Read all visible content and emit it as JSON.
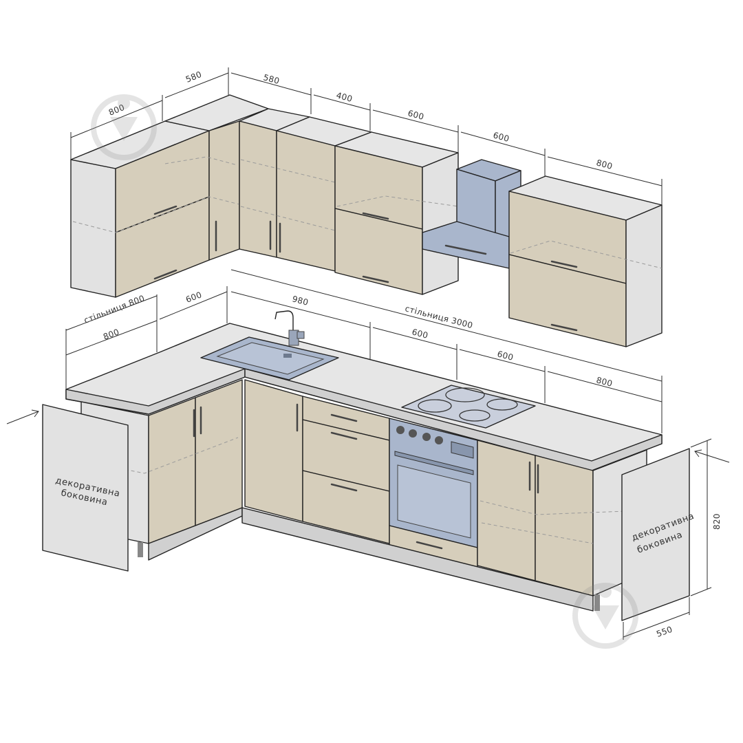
{
  "dimensions": {
    "upper_corner_width": "800",
    "upper_corner_depth": "580",
    "upper_mid": "580",
    "upper_narrow": "400",
    "upper_600_a": "600",
    "hood_width": "600",
    "upper_right": "800",
    "countertop_short_label": "стільниця 800",
    "countertop_short": "800",
    "corner_600": "600",
    "sink_run": "980",
    "countertop_long_label": "стільниця 3000",
    "base_600_a": "600",
    "base_600_b": "600",
    "base_800": "800",
    "side_height": "820",
    "side_depth": "550"
  },
  "labels": {
    "left_panel_line1": "декоративна",
    "left_panel_line2": "боковина",
    "right_panel_line1": "декоративна",
    "right_panel_line2": "боковина"
  },
  "colors": {
    "facade": "#d6cebb",
    "carcass": "#e2e2e2",
    "appliance": "#a9b6cc",
    "hob": "#c9cfdc"
  },
  "icons": [
    "watermark-icon"
  ]
}
